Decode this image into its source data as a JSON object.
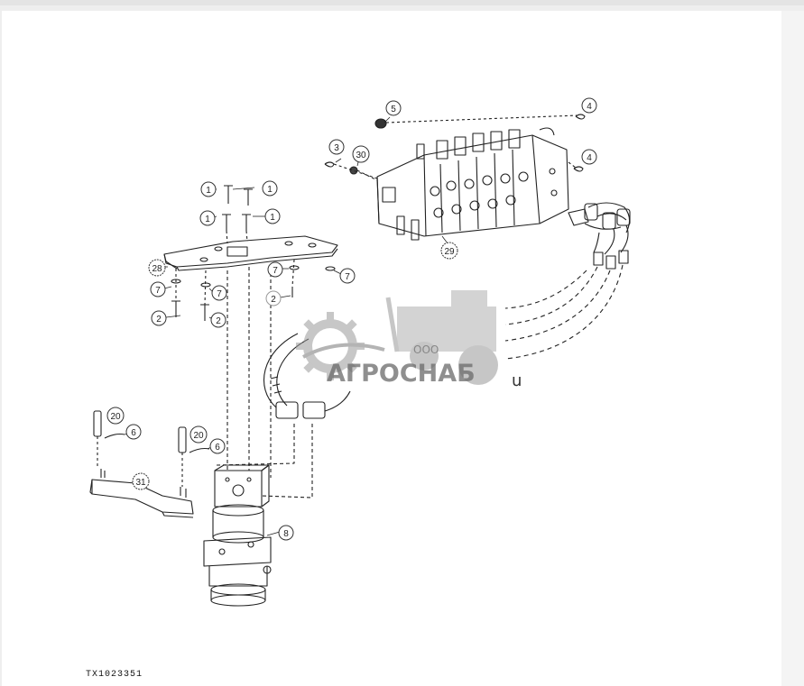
{
  "figure_code": "TX1023351",
  "watermark": {
    "company_form": "ООО",
    "brand": "АГРОСНАБ",
    "suffix": "u"
  },
  "callouts": [
    {
      "id": "c-1a",
      "label": "1"
    },
    {
      "id": "c-1b",
      "label": "1"
    },
    {
      "id": "c-1c",
      "label": "1"
    },
    {
      "id": "c-1d",
      "label": "1"
    },
    {
      "id": "c-28",
      "label": "28"
    },
    {
      "id": "c-7a",
      "label": "7"
    },
    {
      "id": "c-7b",
      "label": "7"
    },
    {
      "id": "c-7c",
      "label": "7"
    },
    {
      "id": "c-7d",
      "label": "7"
    },
    {
      "id": "c-2a",
      "label": "2"
    },
    {
      "id": "c-2b",
      "label": "2"
    },
    {
      "id": "c-2c",
      "label": "2"
    },
    {
      "id": "c-20a",
      "label": "20"
    },
    {
      "id": "c-20b",
      "label": "20"
    },
    {
      "id": "c-6a",
      "label": "6"
    },
    {
      "id": "c-6b",
      "label": "6"
    },
    {
      "id": "c-31",
      "label": "31"
    },
    {
      "id": "c-8",
      "label": "8"
    },
    {
      "id": "c-5",
      "label": "5"
    },
    {
      "id": "c-4a",
      "label": "4"
    },
    {
      "id": "c-4b",
      "label": "4"
    },
    {
      "id": "c-3",
      "label": "3"
    },
    {
      "id": "c-30",
      "label": "30"
    },
    {
      "id": "c-29",
      "label": "29"
    }
  ]
}
